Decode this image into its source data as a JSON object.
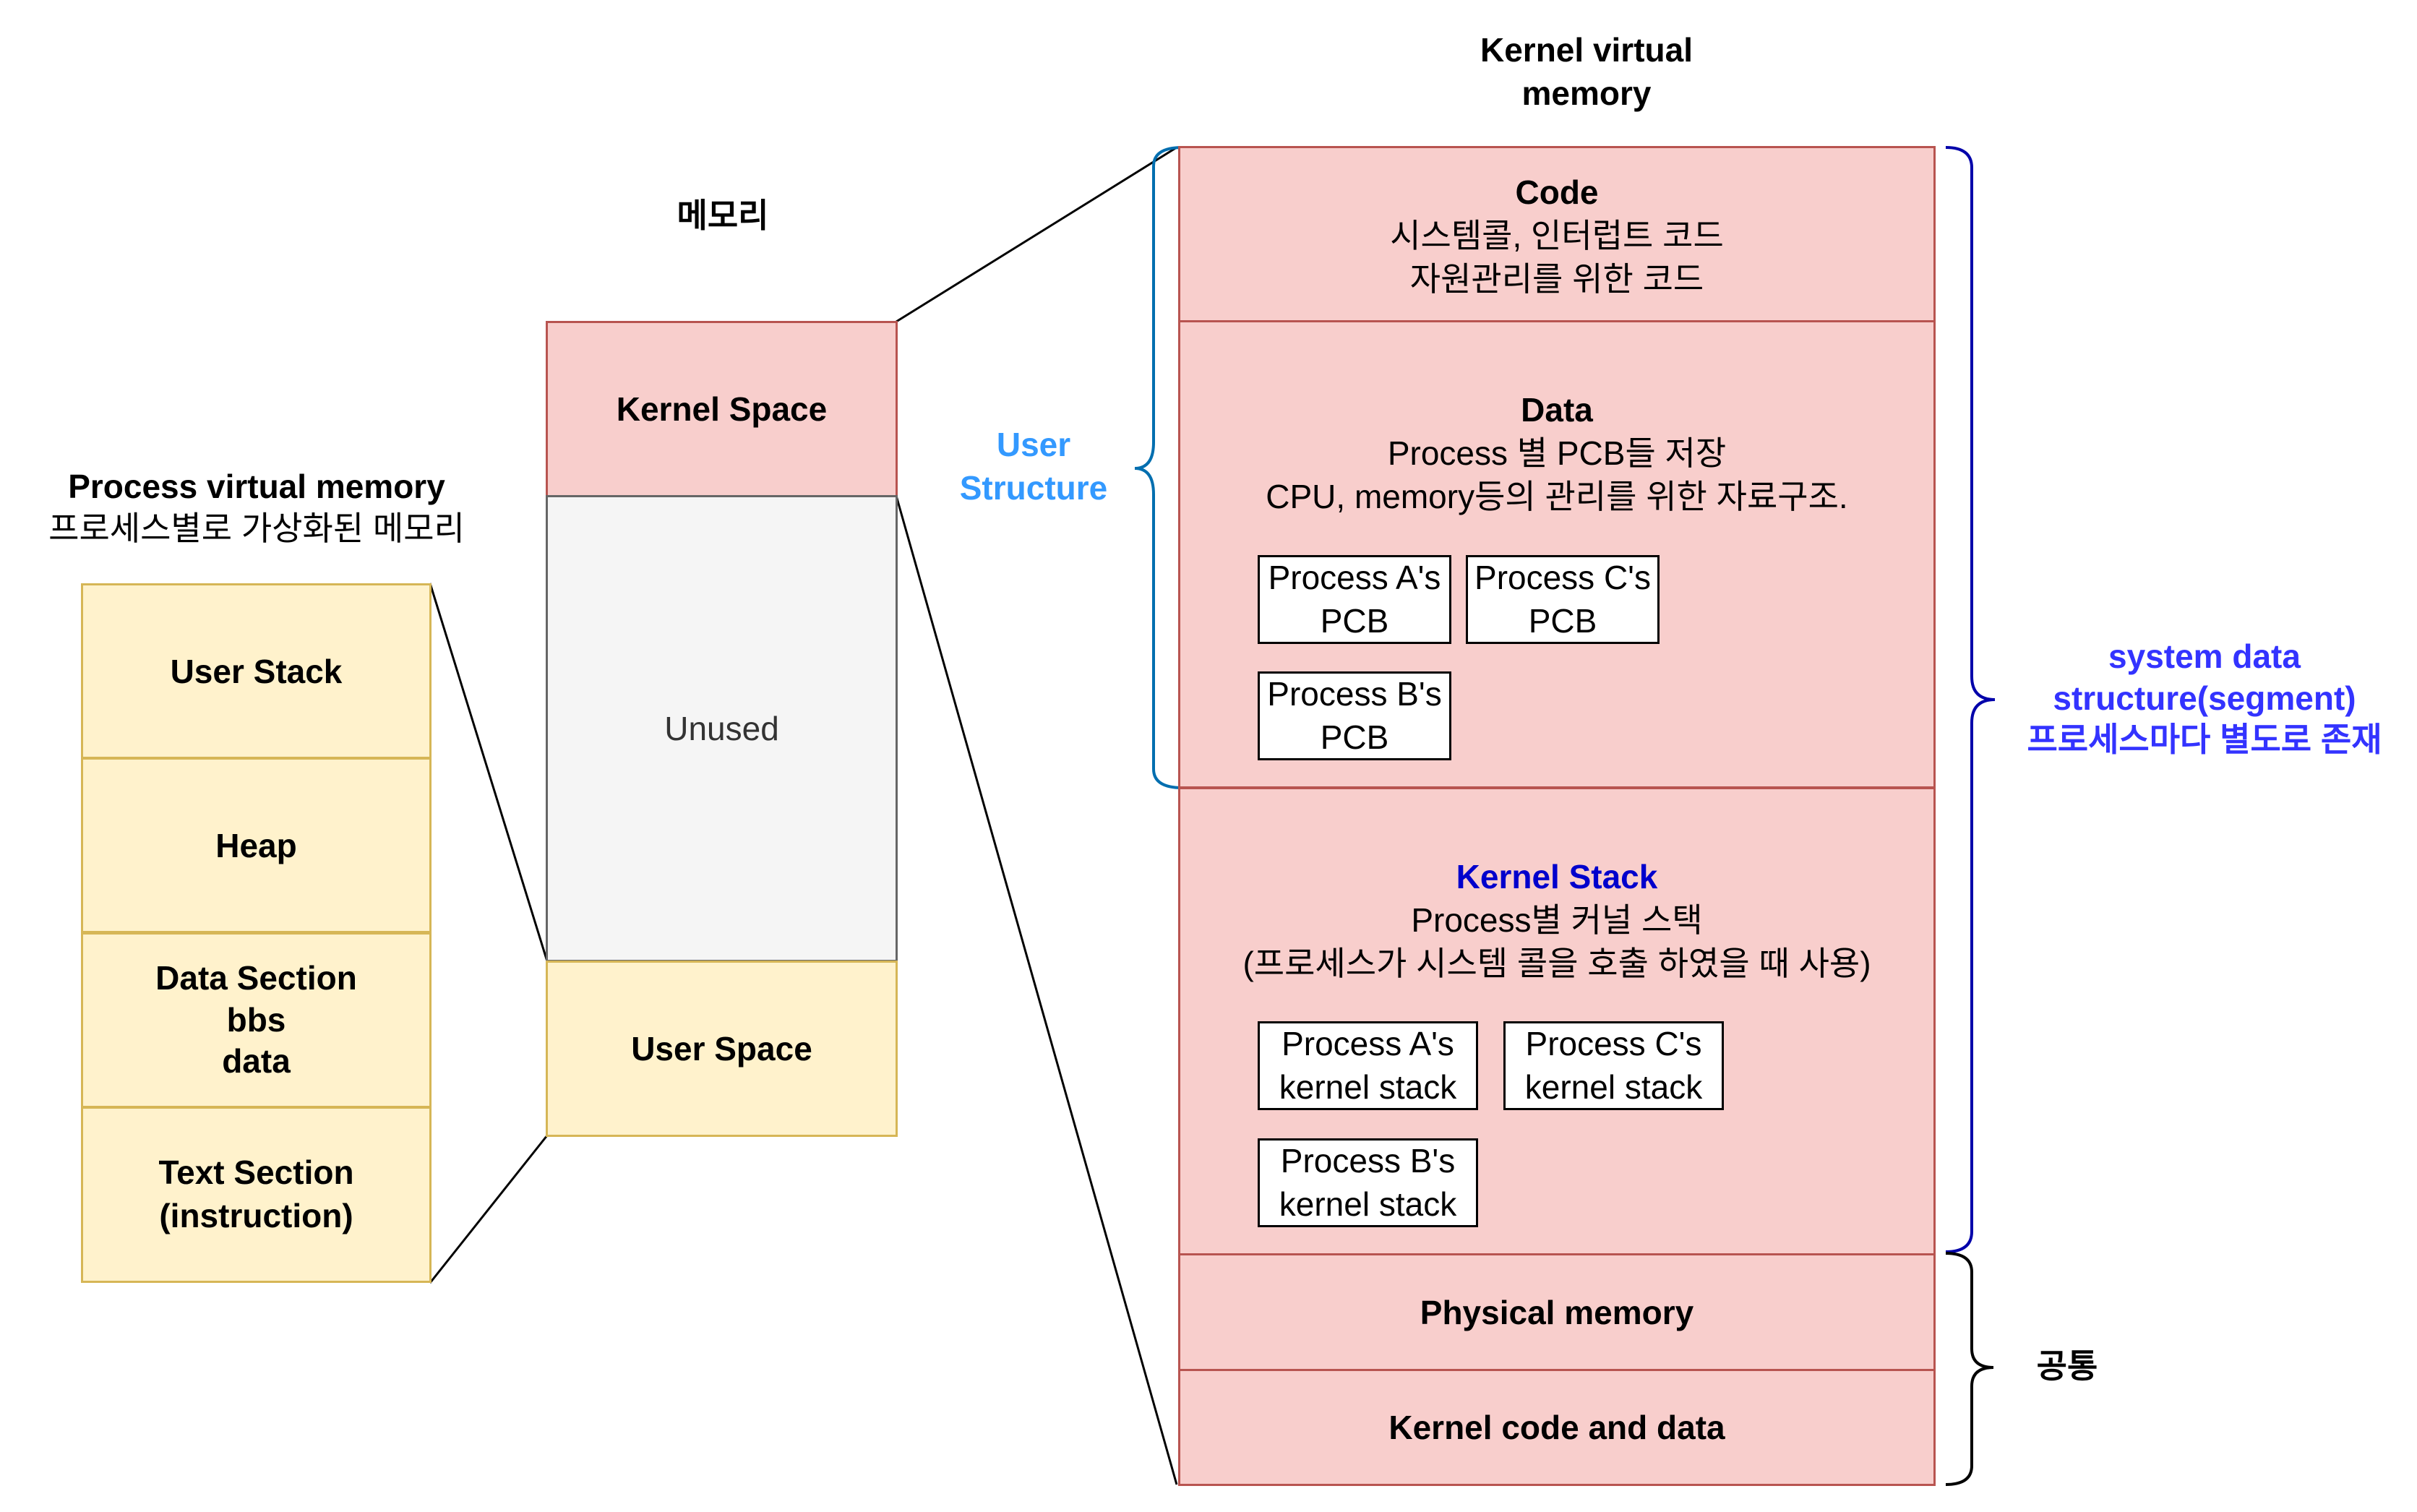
{
  "process_vm": {
    "title": "Process virtual memory",
    "subtitle": "프로세스별로 가상화된 메모리",
    "segments": [
      "User Stack",
      "Heap",
      "Data Section",
      "bbs",
      "data",
      "Text Section",
      "(instruction)"
    ]
  },
  "memory": {
    "title": "메모리",
    "kernel_space": "Kernel Space",
    "unused": "Unused",
    "user_space": "User Space"
  },
  "kernel_vm": {
    "title_line1": "Kernel virtual",
    "title_line2": "memory",
    "code": {
      "title": "Code",
      "line1": "시스템콜, 인터럽트 코드",
      "line2": "자원관리를 위한 코드"
    },
    "data": {
      "title": "Data",
      "line1": "Process 별 PCB들 저장",
      "line2": "CPU, memory등의 관리를 위한 자료구조.",
      "pcb_a": [
        "Process A's",
        "PCB"
      ],
      "pcb_c": [
        "Process C's",
        "PCB"
      ],
      "pcb_b": [
        "Process B's",
        "PCB"
      ]
    },
    "kstack": {
      "title": "Kernel Stack",
      "line1": "Process별 커널 스택",
      "line2": "(프로세스가 시스템 콜을 호출 하였을 때 사용)",
      "ks_a": [
        "Process A's",
        "kernel stack"
      ],
      "ks_c": [
        "Process C's",
        "kernel stack"
      ],
      "ks_b": [
        "Process B's",
        "kernel stack"
      ]
    },
    "physical_memory": "Physical memory",
    "kernel_code_data": "Kernel code and data"
  },
  "annotations": {
    "user_structure": [
      "User",
      "Structure"
    ],
    "system_data": [
      "system data",
      "structure(segment)",
      "프로세스마다 별도로 존재"
    ],
    "common": "공통"
  },
  "colors": {
    "yellow_fill": "#fff2cc",
    "yellow_stroke": "#d6b656",
    "pink_fill": "#f8cecc",
    "pink_stroke": "#b85450",
    "grey_fill": "#f5f5f5",
    "user_structure": "#3399ff",
    "kernel_stack_title": "#0000cc",
    "system_data": "#3333ff",
    "left_brace": "#006eaf",
    "right_brace_top": "#0000aa",
    "right_brace_bottom": "#000000"
  }
}
